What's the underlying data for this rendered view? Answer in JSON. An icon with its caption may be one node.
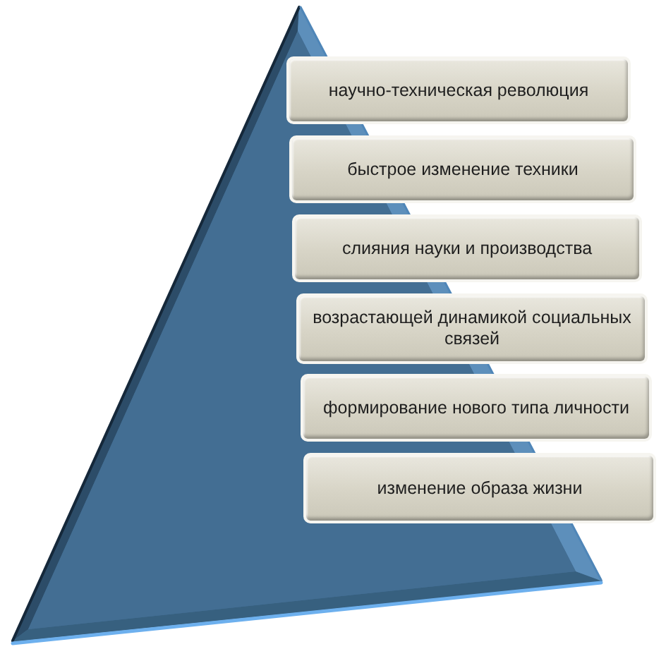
{
  "diagram": {
    "nodes": [
      {
        "text": [
          "научно-техническая революция"
        ]
      },
      {
        "text": [
          "быстрое изменение техники"
        ]
      },
      {
        "text": [
          "слияния науки и производства"
        ]
      },
      {
        "text": [
          "возрастающей динамикой социальных связей"
        ]
      },
      {
        "text": [
          "формирование нового типа личности"
        ]
      },
      {
        "text": [
          "изменение образа жизни"
        ]
      }
    ]
  }
}
